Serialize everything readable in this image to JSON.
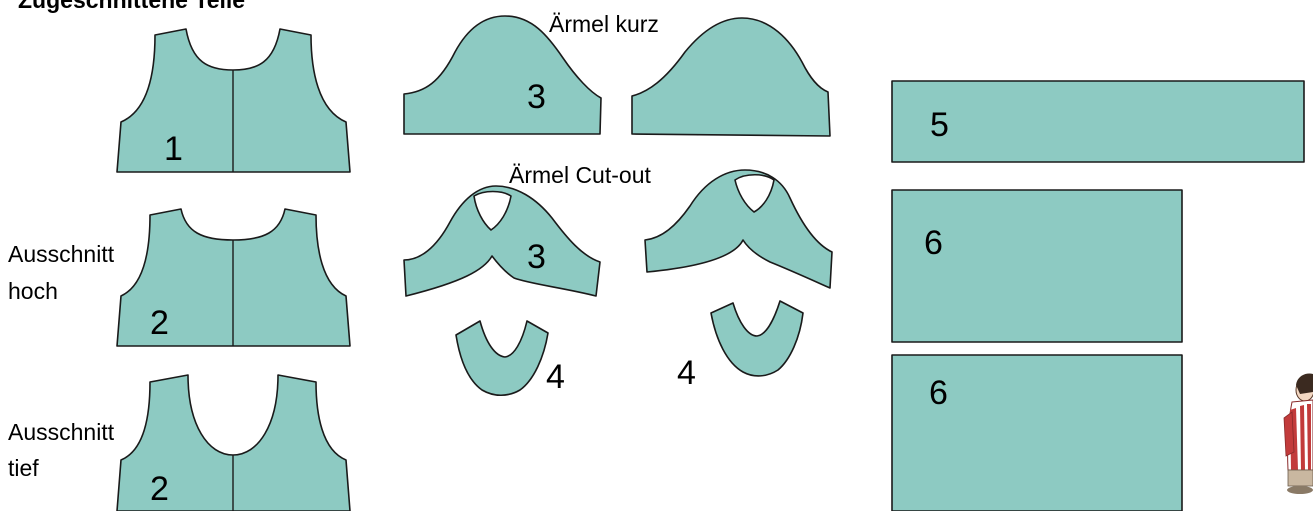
{
  "title": "Zugeschnittene Teile",
  "colors": {
    "fabric": "#8dcac2",
    "outline": "#1a1a1a",
    "background": "#ffffff"
  },
  "captions": {
    "sleeve_short": "Ärmel kurz",
    "sleeve_cutout": "Ärmel Cut-out",
    "neck_high_1": "Ausschnitt",
    "neck_high_2": "hoch",
    "neck_deep_1": "Ausschnitt",
    "neck_deep_2": "tief"
  },
  "pieces": {
    "bodice_plain": "1",
    "bodice_high": "2",
    "bodice_deep": "2",
    "sleeve_short": "3",
    "sleeve_cutout": "3",
    "facing_left": "4",
    "facing_right": "4",
    "band": "5",
    "panel_top": "6",
    "panel_bottom": "6"
  },
  "decor": {
    "figure": "doll-illustration"
  }
}
